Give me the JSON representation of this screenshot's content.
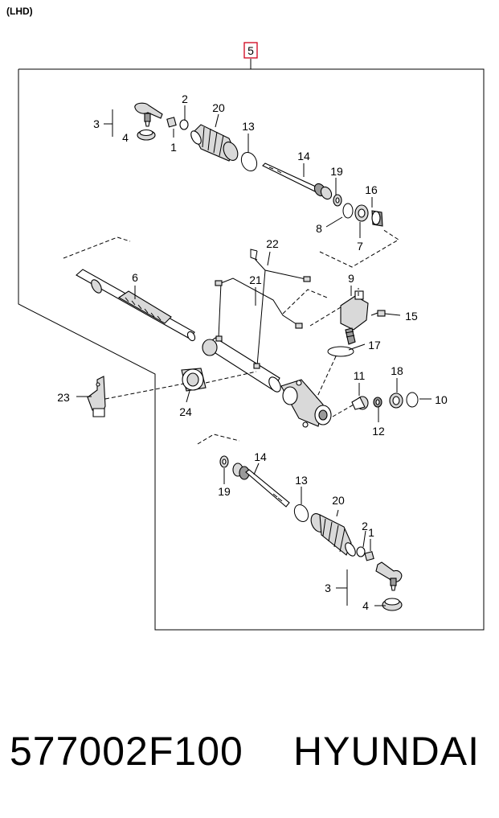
{
  "header": {
    "variant_label": "(LHD)"
  },
  "assembly_callout": "5",
  "callouts": {
    "c1_upper": "1",
    "c2_upper": "2",
    "c3_upper": "3",
    "c4_upper": "4",
    "c20_upper": "20",
    "c13_upper": "13",
    "c14_upper": "14",
    "c19_upper": "19",
    "c16": "16",
    "c8": "8",
    "c7": "7",
    "c22": "22",
    "c21": "21",
    "c6": "6",
    "c9": "9",
    "c15": "15",
    "c17": "17",
    "c11": "11",
    "c18": "18",
    "c10": "10",
    "c12": "12",
    "c23": "23",
    "c24": "24",
    "c14_lower": "14",
    "c19_lower": "19",
    "c13_lower": "13",
    "c20_lower": "20",
    "c2_lower": "2",
    "c1_lower": "1",
    "c3_lower": "3",
    "c4_lower": "4"
  },
  "footer": {
    "part_number": "577002F100",
    "brand": "HYUNDAI"
  },
  "colors": {
    "callout_box": "#d0021b",
    "line": "#000000"
  }
}
